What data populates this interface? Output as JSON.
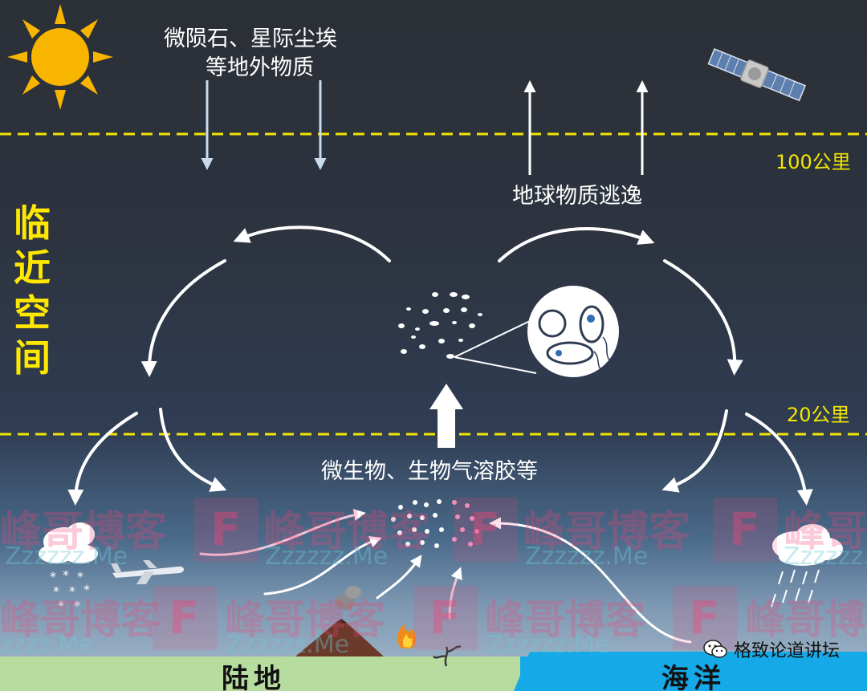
{
  "labels": {
    "extraterrestrial_line1": "微陨石、星际尘埃",
    "extraterrestrial_line2": "等地外物质",
    "escape": "地球物质逃逸",
    "altitude_100": "100公里",
    "altitude_20": "20公里",
    "near_space": [
      "临",
      "近",
      "空",
      "间"
    ],
    "microbes": "微生物、生物气溶胶等",
    "land": "陆地",
    "ocean": "海洋"
  },
  "watermark": {
    "text": "峰哥博客",
    "sub": "Zzzzzz.Me",
    "sub_short": "zzzz.Me",
    "logo_letter": "F"
  },
  "credit": "格致论道讲坛",
  "colors": {
    "accent_yellow": "#f2e600",
    "sun": "#f7b500",
    "ocean": "#15a9e8",
    "land": "#b7dca0",
    "watermark": "#f04678"
  },
  "icons": [
    "sun-icon",
    "satellite-icon",
    "cloud-icon",
    "airplane-icon",
    "volcano-icon",
    "fire-icon",
    "rain-cloud-icon",
    "wechat-icon",
    "microbe-magnifier-icon"
  ]
}
